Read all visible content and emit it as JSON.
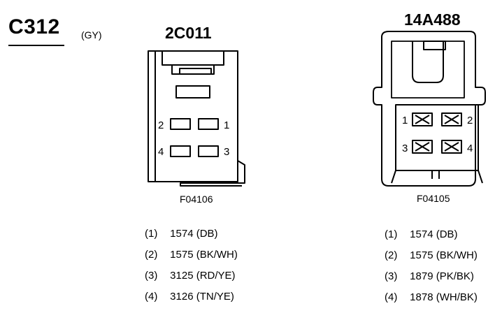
{
  "connector": {
    "id": "C312",
    "color": "(GY)"
  },
  "left": {
    "name": "2C011",
    "code": "F04106",
    "pins": [
      "1",
      "2",
      "3",
      "4"
    ],
    "circuits": [
      {
        "num": "(1)",
        "circuit": "1574 (DB)"
      },
      {
        "num": "(2)",
        "circuit": "1575 (BK/WH)"
      },
      {
        "num": "(3)",
        "circuit": "3125 (RD/YE)"
      },
      {
        "num": "(4)",
        "circuit": "3126 (TN/YE)"
      }
    ]
  },
  "right": {
    "name": "14A488",
    "code": "F04105",
    "pins": [
      "1",
      "2",
      "3",
      "4"
    ],
    "circuits": [
      {
        "num": "(1)",
        "circuit": "1574 (DB)"
      },
      {
        "num": "(2)",
        "circuit": "1575 (BK/WH)"
      },
      {
        "num": "(3)",
        "circuit": "1879 (PK/BK)"
      },
      {
        "num": "(4)",
        "circuit": "1878 (WH/BK)"
      }
    ]
  }
}
